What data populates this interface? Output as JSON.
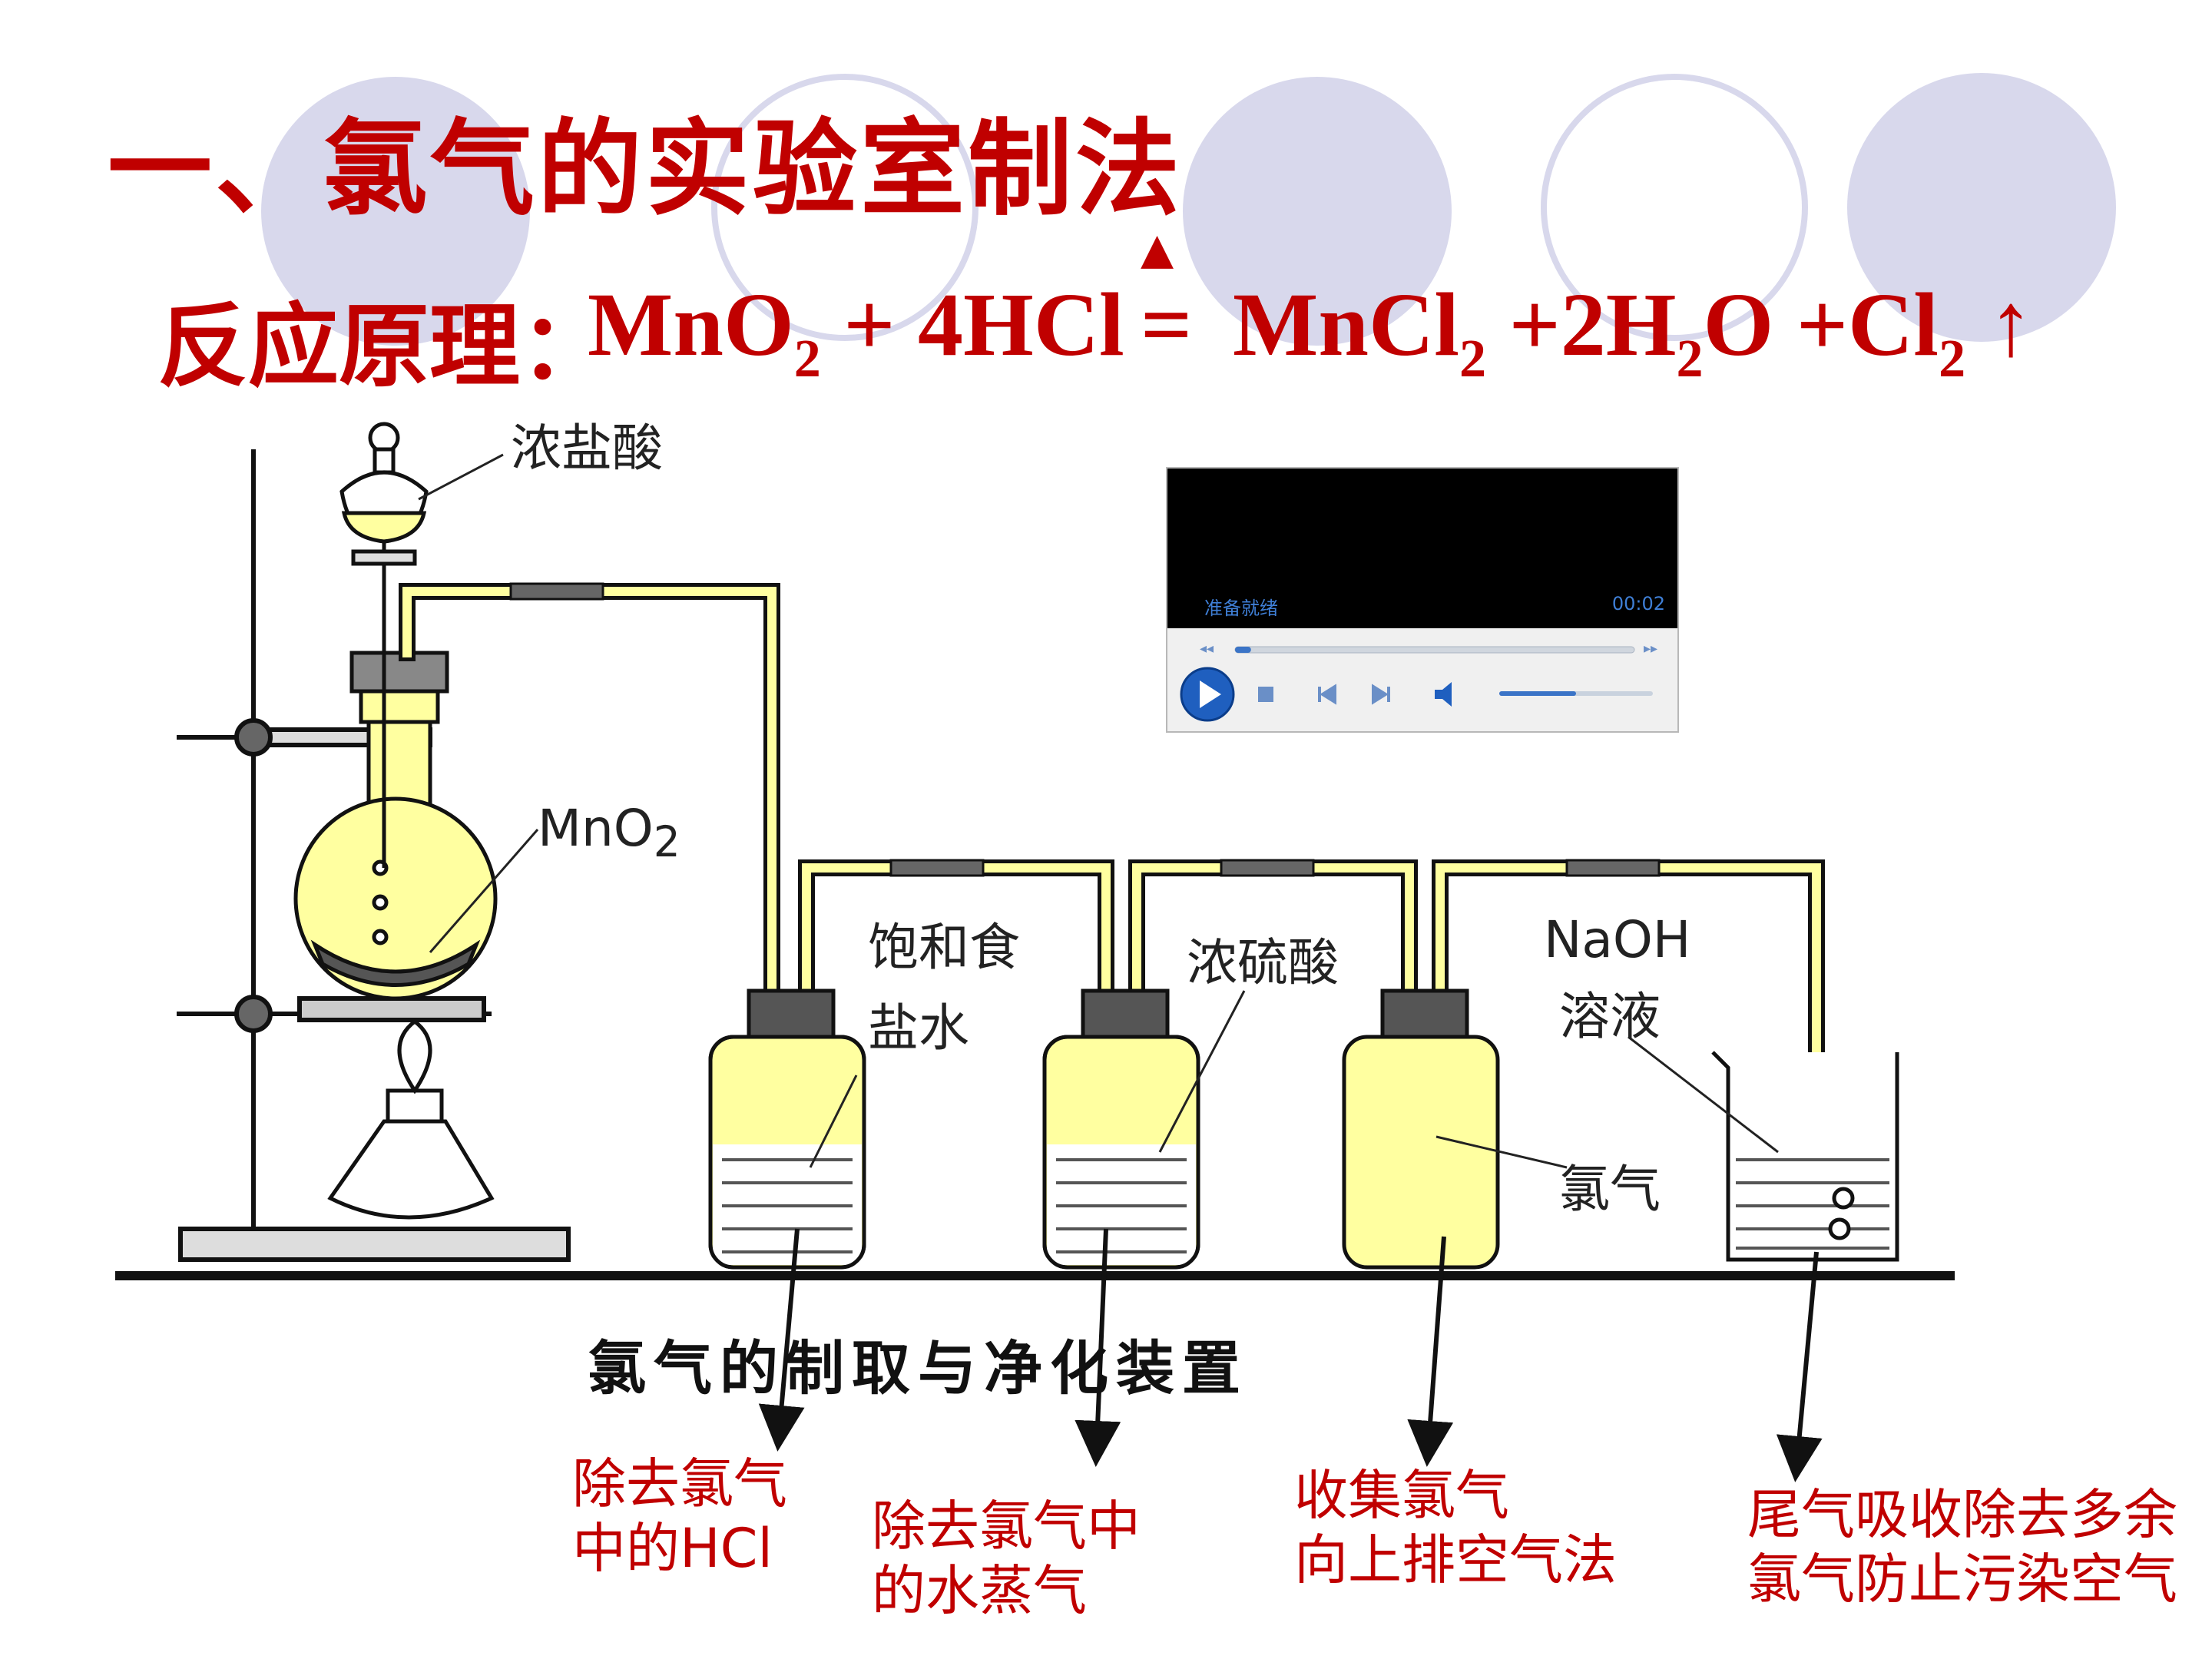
{
  "title": "一、氯气的实验室制法",
  "equation": {
    "label": "反应原理：",
    "reactants": "MnO2 + 4HCl",
    "heat_symbol": "▲",
    "equals": "=",
    "products": "MnCl2 +2H2O +Cl2 ↑"
  },
  "apparatus_labels": {
    "conc_hcl": "浓盐酸",
    "mno2": "MnO2",
    "brine_line1": "饱和食",
    "brine_line2": "盐水",
    "conc_h2so4": "浓硫酸",
    "naoh_line1": "NaOH",
    "naoh_line2": "溶液",
    "chlorine": "氯气"
  },
  "figure_caption": "氯气的制取与净化装置",
  "annotations": [
    {
      "line1": "除去氯气",
      "line2": "中的HCl"
    },
    {
      "line1": "除去氯气中",
      "line2": "的水蒸气"
    },
    {
      "line1": "收集氯气",
      "line2": "向上排空气法"
    },
    {
      "line1": "尾气吸收除去多余",
      "line2": "氯气防止污染空气"
    }
  ],
  "media_player": {
    "title": "准备就绪",
    "time": "00:02",
    "progress": 0.04,
    "volume": 0.5
  },
  "colors": {
    "accent": "#c00000",
    "solution": "#ffffa0",
    "circles": "#d8d8ec"
  }
}
